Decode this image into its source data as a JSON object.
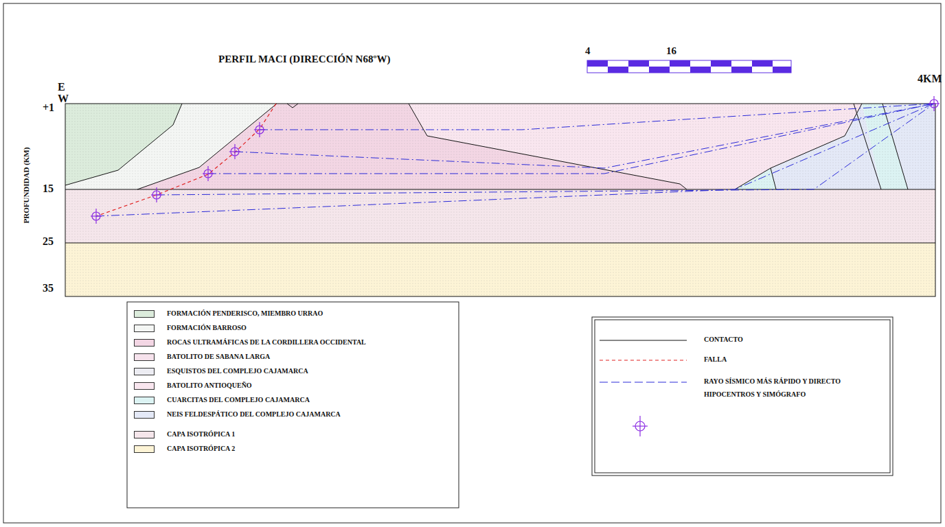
{
  "diagram": {
    "title": "PERFIL MACI (DIRECCIÓN N68ºW)",
    "labels": [
      "E",
      "W",
      "+1",
      "15",
      "25",
      "35",
      "PROFUNDIDAD (KM)",
      "4",
      "16",
      "4KM"
    ],
    "legend": [
      {
        "text": "FORMACIÓN PENDERISCO, MIEMBRO URRAO",
        "color": "#dcecdc"
      },
      {
        "text": "FORMACIÓN BARROSO",
        "color": "#f4f6f4"
      },
      {
        "text": "ROCAS ULTRAMÁFICAS DE LA CORDILLERA OCCIDENTAL",
        "color": "#f3d6e4"
      },
      {
        "text": "BATOLITO DE SABANA LARGA",
        "color": "#f6e2ec"
      },
      {
        "text": "ESQUISTOS DEL COMPLEJO CAJAMARCA",
        "color": "#ececf2"
      },
      {
        "text": "BATOLITO ANTIOQUEÑO",
        "color": "#f9e6ef"
      },
      {
        "text": "CUARCITAS DEL COMPLEJO CAJAMARCA",
        "color": "#dcf3f3"
      },
      {
        "text": "NEIS FELDESPÁTICO DEL COMPLEJO CAJAMARCA",
        "color": "#e4e9f7"
      },
      {
        "text": "CAPA ISOTRÓPICA 1",
        "color": "#f5e6eb"
      },
      {
        "text": "CAPA ISOTRÓPICA 2",
        "color": "#fdf4d6"
      },
      {
        "text": "CONTACTO"
      },
      {
        "text": "FALLA"
      },
      {
        "text": "RAYO SÍSMICO MÁS RÁPIDO Y DIRECTO"
      },
      {
        "text": "HIPOCENTROS Y SIMÓGRAFO"
      }
    ]
  }
}
